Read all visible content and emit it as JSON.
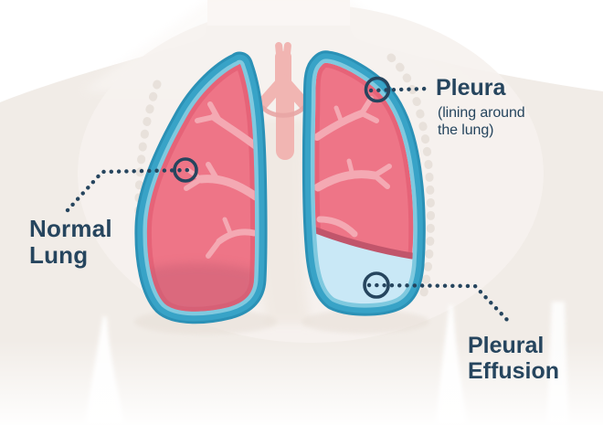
{
  "labels": {
    "normal_lung": {
      "lines": [
        "Normal",
        "Lung"
      ]
    },
    "pleura": {
      "title": "Pleura",
      "subtitle_lines": [
        "(lining around",
        "the lung)"
      ]
    },
    "pleural_effusion": {
      "lines": [
        "Pleural",
        "Effusion"
      ]
    }
  },
  "colors": {
    "annotation_text": "#26455E",
    "marker_stroke": "#26455E",
    "pleura_teal": "#38A3C7",
    "pleura_dark_edge": "#2B91B6",
    "pleura_inner_line": "#7FC9DF",
    "lung_pink": "#EE7587",
    "lung_rim_pink": "#E35F74",
    "lung_shade": "#C75E74",
    "bronchi_pink": "#F4A9B3",
    "effusion_fluid_blue": "#C9E8F6",
    "effusion_rim_red": "#C1556B",
    "trachea_pink": "#F1B5B2",
    "body_silhouette": "#F1ECE7",
    "background": "#FFFFFF"
  }
}
